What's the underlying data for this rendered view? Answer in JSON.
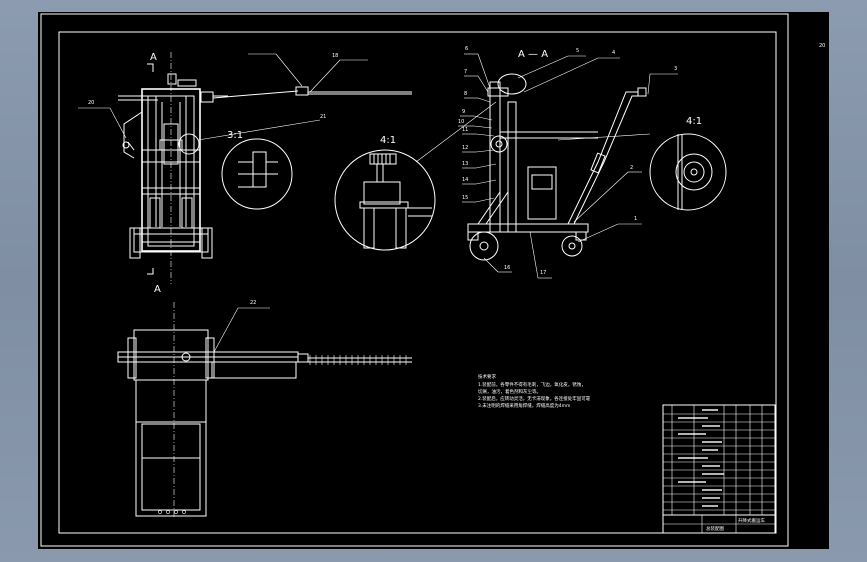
{
  "sheet": {
    "corner_number": "20"
  },
  "section_labels": {
    "a_top": "A",
    "a_bottom": "A",
    "aa": "A — A",
    "scale_31": "3:1",
    "scale_41_left": "4:1",
    "scale_41_right": "4:1"
  },
  "balloons": [
    "1",
    "2",
    "3",
    "4",
    "5",
    "6",
    "7",
    "8",
    "9",
    "10",
    "11",
    "12",
    "13",
    "14",
    "15",
    "16",
    "17",
    "18",
    "20",
    "21",
    "22"
  ],
  "notes": {
    "title": "技术要求",
    "line1": "1.装配前，各零件不得有毛刺，飞边，氧化皮，锈蚀，",
    "line2": "切屑，油污，着色剂和灰尘等。",
    "line3": "2.装配后，应转动灵活，无卡滞现象，各连接处牢固可靠",
    "line4": "3.未注明的焊缝采用角焊缝，焊缝高度为4mm"
  },
  "title_block": {
    "drawing_name": "升降式搬运车",
    "drawing_no": "总装配图"
  }
}
